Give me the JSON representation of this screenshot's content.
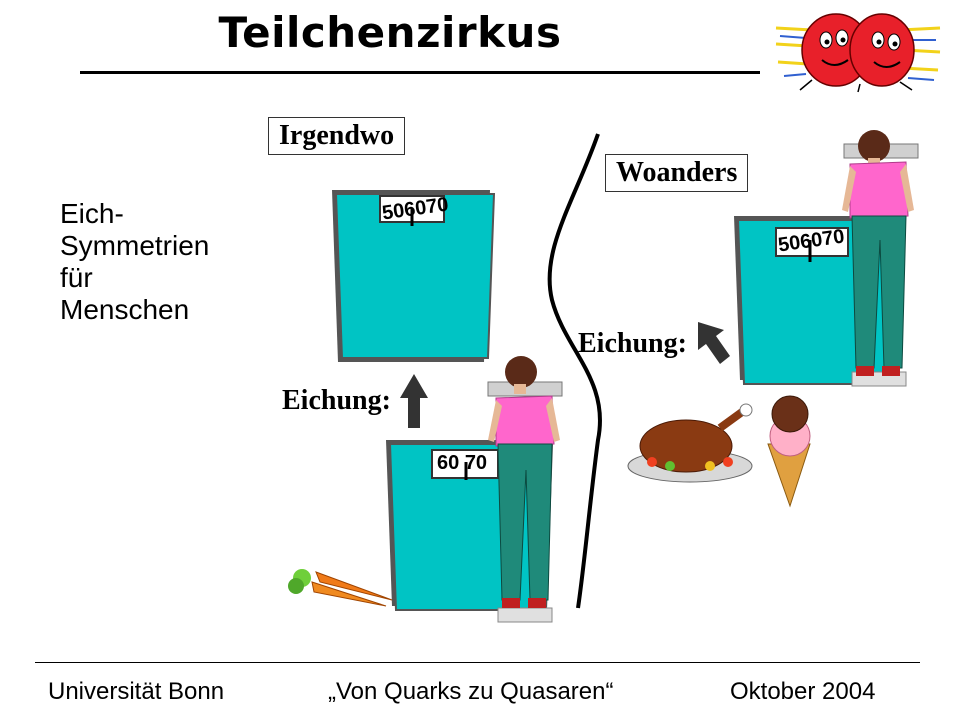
{
  "title": "Teilchenzirkus",
  "side_text": [
    "Eich-",
    "Symmetrien",
    "für",
    "Menschen"
  ],
  "location_labels": {
    "left": "Irgendwo",
    "right": "Woanders"
  },
  "calibration_label": "Eichung:",
  "scale_dials": {
    "top_left": [
      "50",
      "60",
      "70"
    ],
    "bottom_left": [
      "60",
      "70"
    ],
    "right": [
      "50",
      "60",
      "70"
    ]
  },
  "footer": {
    "left": "Universität Bonn",
    "center": "„Von Quarks zu Quasaren“",
    "right": "Oktober 2004"
  },
  "colors": {
    "scale_body": "#00c4c4",
    "shirt": "#ff66cc",
    "pants": "#1f8a7a",
    "arrow": "#333333"
  }
}
